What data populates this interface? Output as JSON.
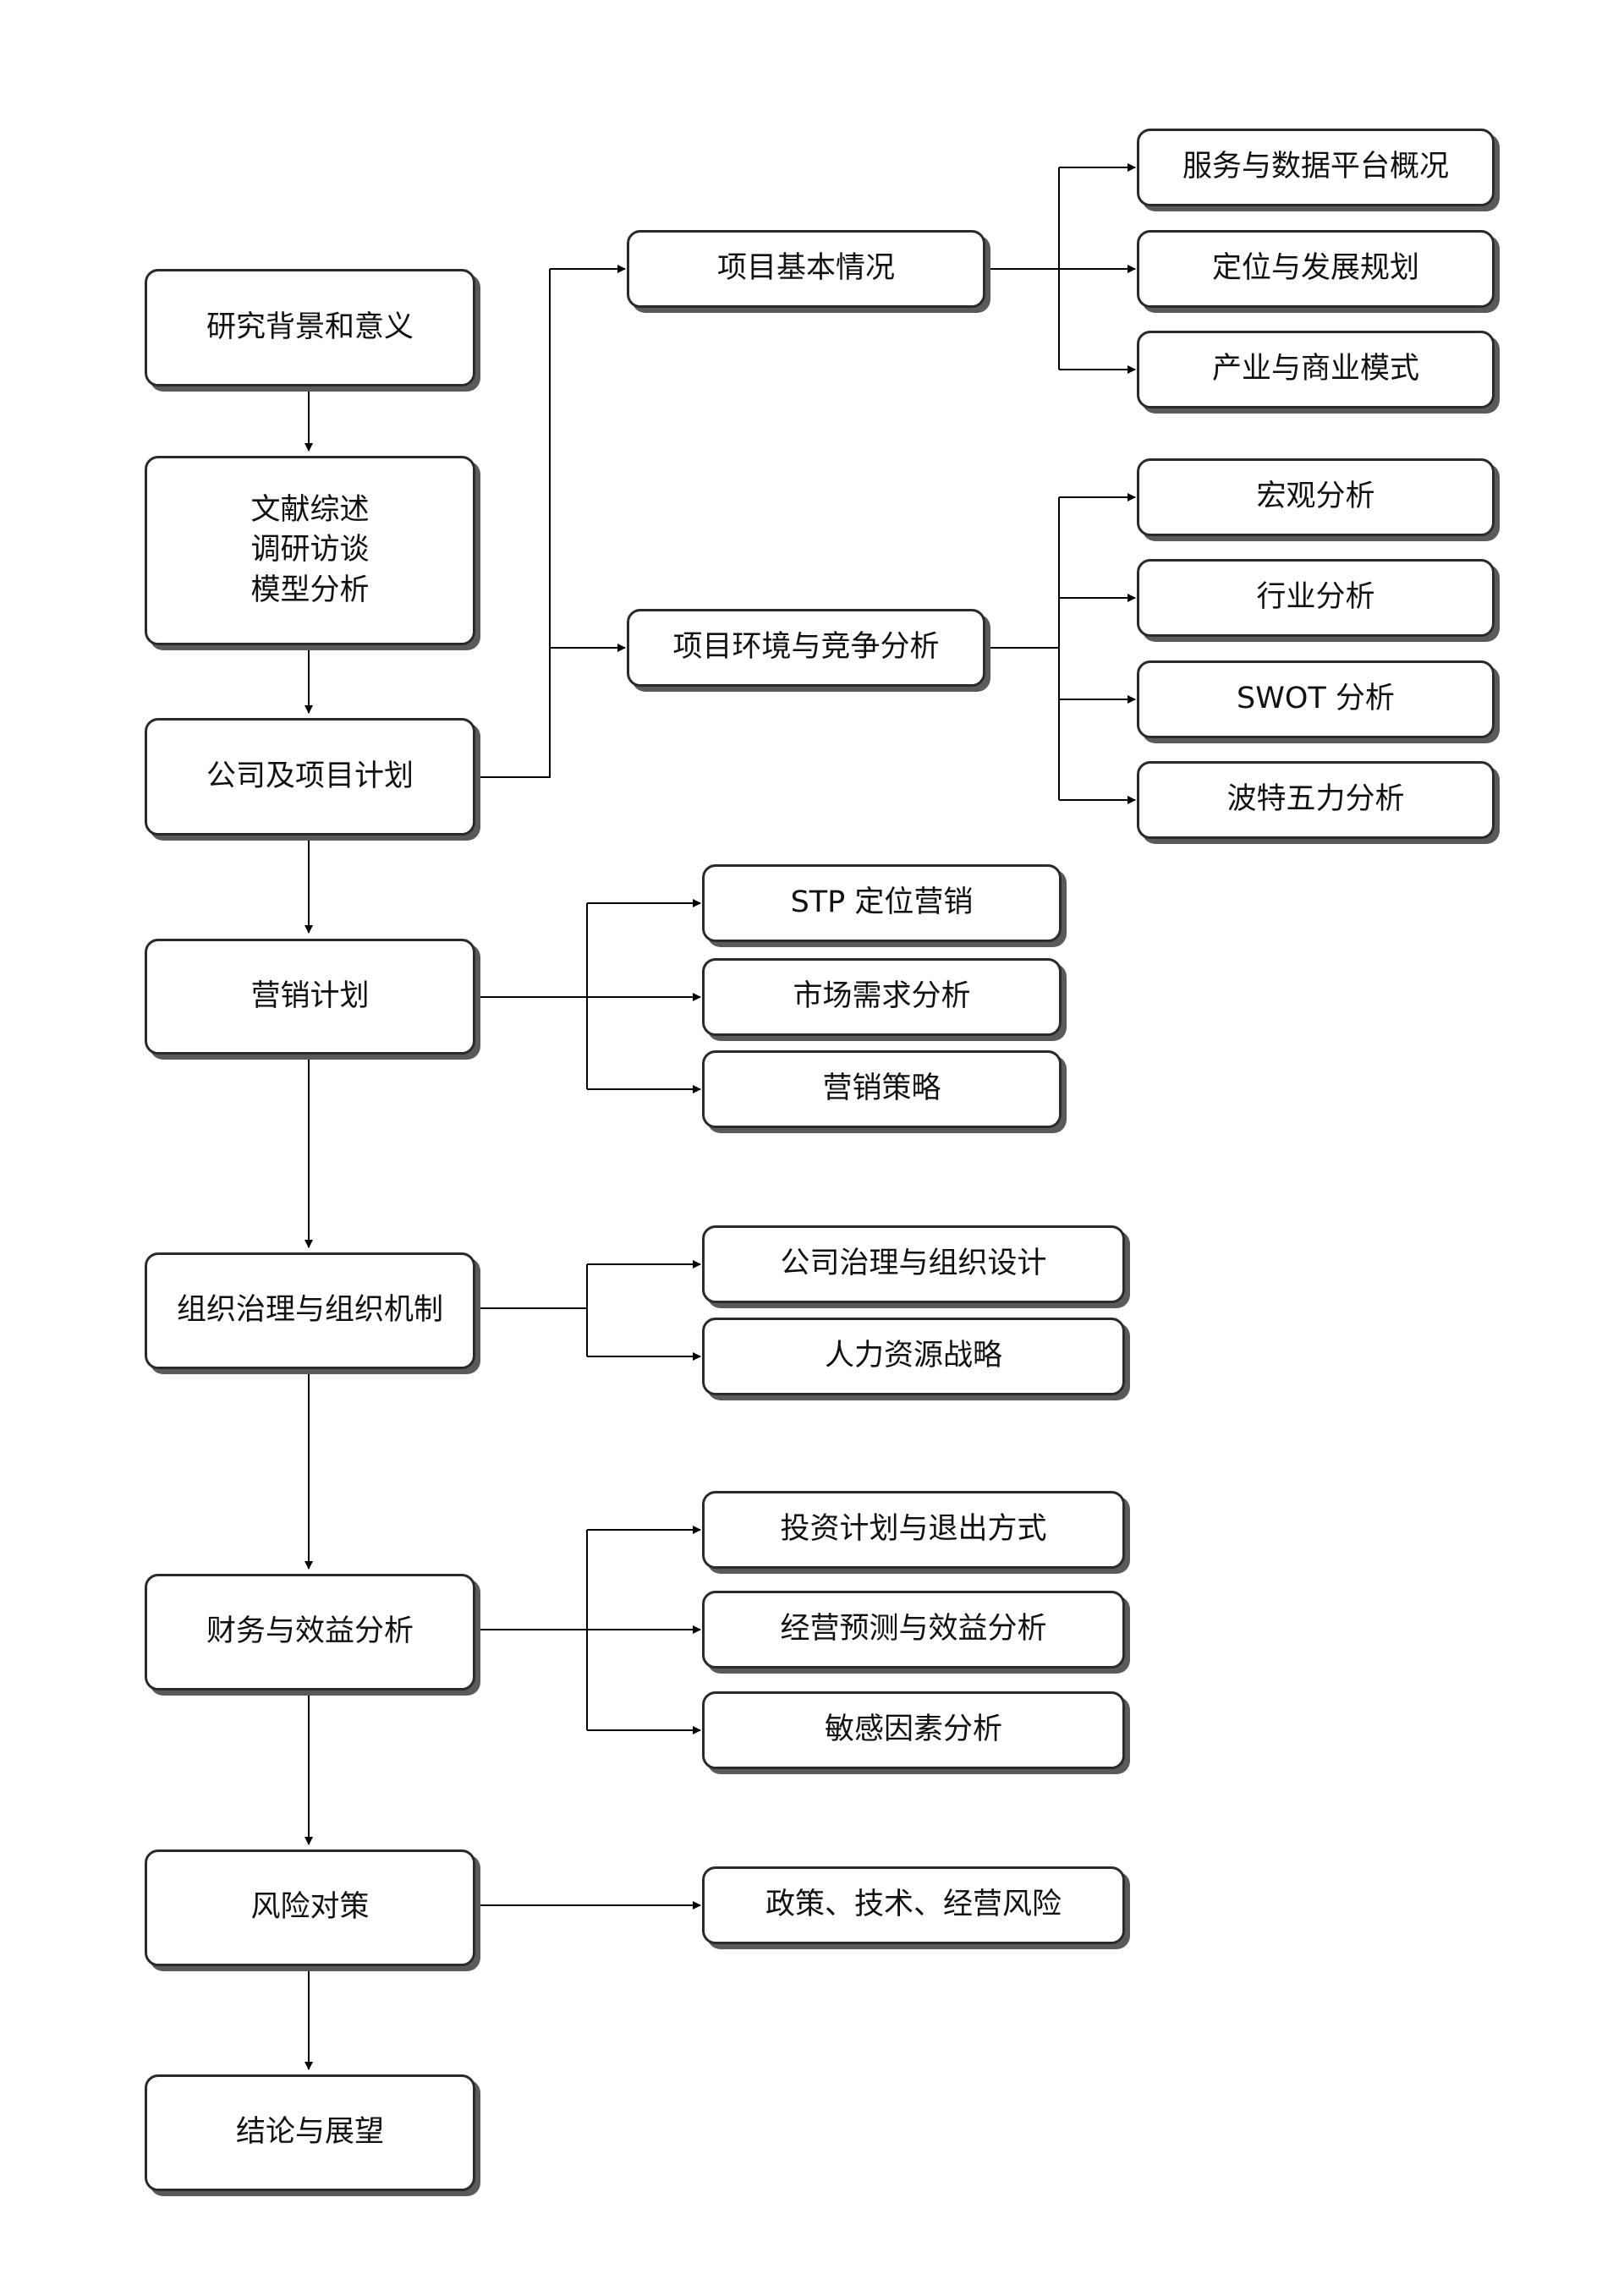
{
  "main_flow": {
    "background": "研究背景和意义",
    "methods": [
      "文献综述",
      "调研访谈",
      "模型分析"
    ],
    "plan": "公司及项目计划",
    "marketing": "营销计划",
    "organization": "组织治理与组织机制",
    "finance": "财务与效益分析",
    "risk": "风险对策",
    "conclusion": "结论与展望"
  },
  "project_branch": {
    "basic": "项目基本情况",
    "basic_items": [
      "服务与数据平台概况",
      "定位与发展规划",
      "产业与商业模式"
    ],
    "environment": "项目环境与竞争分析",
    "environment_items": [
      "宏观分析",
      "行业分析",
      "SWOT 分析",
      "波特五力分析"
    ]
  },
  "marketing_items": [
    "STP 定位营销",
    "市场需求分析",
    "营销策略"
  ],
  "organization_items": [
    "公司治理与组织设计",
    "人力资源战略"
  ],
  "finance_items": [
    "投资计划与退出方式",
    "经营预测与效益分析",
    "敏感因素分析"
  ],
  "risk_items": [
    "政策、技术、经营风险"
  ]
}
